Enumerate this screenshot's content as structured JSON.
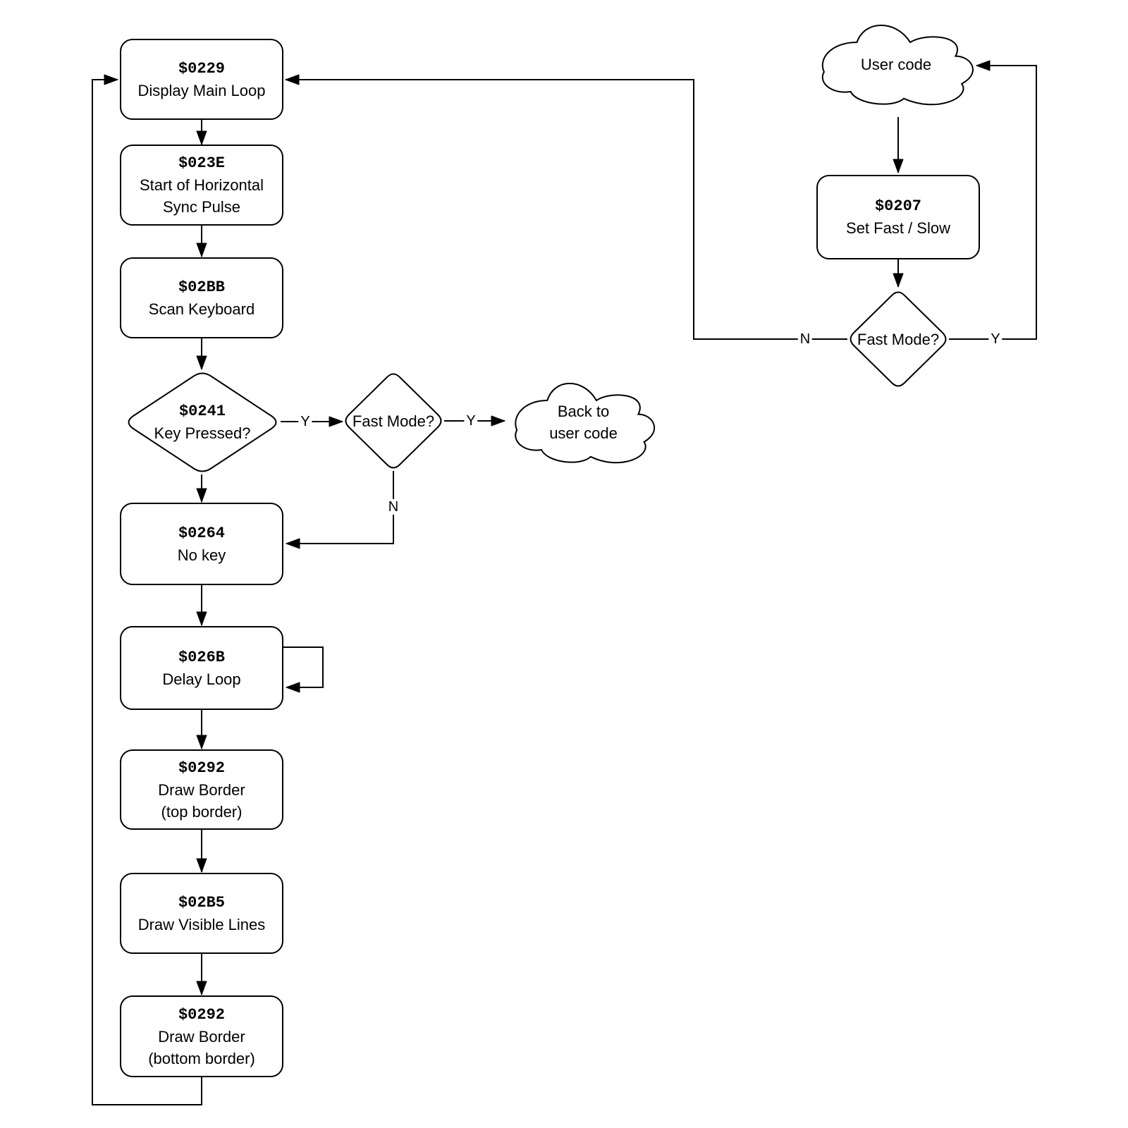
{
  "diagram": {
    "background": "#ffffff",
    "stroke_color": "#000000",
    "node_fill": "#ffffff"
  },
  "edge_labels": {
    "yes": "Y",
    "no": "N"
  },
  "nodes": {
    "display_main_loop": {
      "address": "$0229",
      "lines": [
        "Display Main Loop"
      ]
    },
    "hsync_start": {
      "address": "$023E",
      "lines": [
        "Start of Horizontal",
        "Sync Pulse"
      ]
    },
    "scan_keyboard": {
      "address": "$02BB",
      "lines": [
        "Scan Keyboard"
      ]
    },
    "key_pressed": {
      "address": "$0241",
      "lines": [
        "Key Pressed?"
      ]
    },
    "fast_mode_mid": {
      "lines": [
        "Fast Mode?"
      ]
    },
    "back_to_user_code": {
      "lines": [
        "Back to",
        "user code"
      ]
    },
    "no_key": {
      "address": "$0264",
      "lines": [
        "No key"
      ]
    },
    "delay_loop": {
      "address": "$026B",
      "lines": [
        "Delay Loop"
      ]
    },
    "draw_border_top": {
      "address": "$0292",
      "lines": [
        "Draw Border",
        "(top border)"
      ]
    },
    "draw_visible_lines": {
      "address": "$02B5",
      "lines": [
        "Draw Visible Lines"
      ]
    },
    "draw_border_bottom": {
      "address": "$0292",
      "lines": [
        "Draw Border",
        "(bottom border)"
      ]
    },
    "user_code": {
      "lines": [
        "User code"
      ]
    },
    "set_fast_slow": {
      "address": "$0207",
      "lines": [
        "Set Fast / Slow"
      ]
    },
    "fast_mode_right": {
      "lines": [
        "Fast Mode?"
      ]
    }
  }
}
